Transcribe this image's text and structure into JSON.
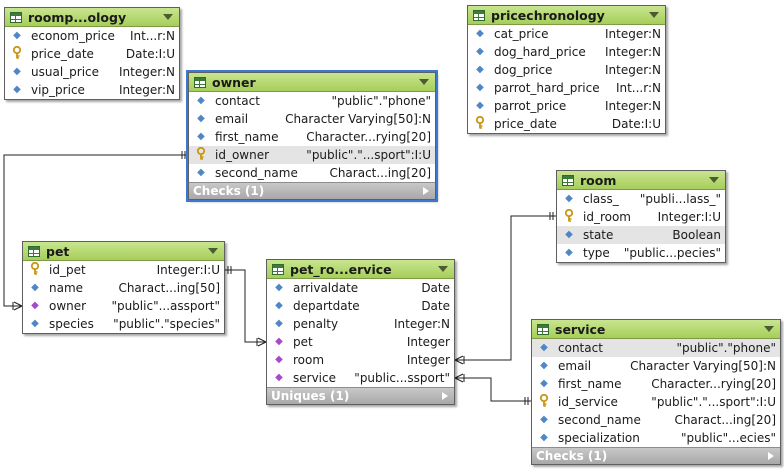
{
  "entities": {
    "roompricechronology": {
      "title": "roomp...ology",
      "rows": [
        {
          "name": "econom_price",
          "type": "Int...r:N",
          "icon": "diamond"
        },
        {
          "name": "price_date",
          "type": "Date:I:U",
          "icon": "key"
        },
        {
          "name": "usual_price",
          "type": "Integer:N",
          "icon": "diamond"
        },
        {
          "name": "vip_price",
          "type": "Integer:N",
          "icon": "diamond"
        }
      ]
    },
    "owner": {
      "title": "owner",
      "rows": [
        {
          "name": "contact",
          "type": "\"public\".\"phone\"",
          "icon": "diamond"
        },
        {
          "name": "email",
          "type": "Character Varying[50]:N",
          "icon": "diamond"
        },
        {
          "name": "first_name",
          "type": "Character...rying[20]",
          "icon": "diamond"
        },
        {
          "name": "id_owner",
          "type": "\"public\".\"...sport\":I:U",
          "icon": "key"
        },
        {
          "name": "second_name",
          "type": "Charact...ing[20]",
          "icon": "diamond"
        }
      ],
      "footer": "Checks (1)"
    },
    "pricechronology": {
      "title": "pricechronology",
      "rows": [
        {
          "name": "cat_price",
          "type": "Integer:N",
          "icon": "diamond"
        },
        {
          "name": "dog_hard_price",
          "type": "Integer:N",
          "icon": "diamond"
        },
        {
          "name": "dog_price",
          "type": "Integer:N",
          "icon": "diamond"
        },
        {
          "name": "parrot_hard_price",
          "type": "Int...r:N",
          "icon": "diamond"
        },
        {
          "name": "parrot_price",
          "type": "Integer:N",
          "icon": "diamond"
        },
        {
          "name": "price_date",
          "type": "Date:I:U",
          "icon": "key"
        }
      ]
    },
    "room": {
      "title": "room",
      "rows": [
        {
          "name": "class_",
          "type": "\"publi...lass_\"",
          "icon": "diamond"
        },
        {
          "name": "id_room",
          "type": "Integer:I:U",
          "icon": "key"
        },
        {
          "name": "state",
          "type": "Boolean",
          "icon": "diamond"
        },
        {
          "name": "type",
          "type": "\"public...pecies\"",
          "icon": "diamond"
        }
      ]
    },
    "pet": {
      "title": "pet",
      "rows": [
        {
          "name": "id_pet",
          "type": "Integer:I:U",
          "icon": "key"
        },
        {
          "name": "name",
          "type": "Charact...ing[50]",
          "icon": "diamond"
        },
        {
          "name": "owner",
          "type": "\"public\"...assport\"",
          "icon": "fk"
        },
        {
          "name": "species",
          "type": "\"public\".\"species\"",
          "icon": "diamond"
        }
      ]
    },
    "pet_room_service": {
      "title": "pet_ro...ervice",
      "rows": [
        {
          "name": "arrivaldate",
          "type": "Date",
          "icon": "diamond"
        },
        {
          "name": "departdate",
          "type": "Date",
          "icon": "diamond"
        },
        {
          "name": "penalty",
          "type": "Integer:N",
          "icon": "diamond"
        },
        {
          "name": "pet",
          "type": "Integer",
          "icon": "fk"
        },
        {
          "name": "room",
          "type": "Integer",
          "icon": "fk"
        },
        {
          "name": "service",
          "type": "\"public...ssport\"",
          "icon": "fk"
        }
      ],
      "footer": "Uniques (1)"
    },
    "service": {
      "title": "service",
      "rows": [
        {
          "name": "contact",
          "type": "\"public\".\"phone\"",
          "icon": "diamond"
        },
        {
          "name": "email",
          "type": "Character Varying[50]:N",
          "icon": "diamond"
        },
        {
          "name": "first_name",
          "type": "Character...rying[20]",
          "icon": "diamond"
        },
        {
          "name": "id_service",
          "type": "\"public\".\"...sport\":I:U",
          "icon": "key"
        },
        {
          "name": "second_name",
          "type": "Charact...ing[20]",
          "icon": "diamond"
        },
        {
          "name": "specialization",
          "type": "\"public\"...ecies\"",
          "icon": "diamond"
        }
      ],
      "footer": "Checks (1)"
    }
  }
}
